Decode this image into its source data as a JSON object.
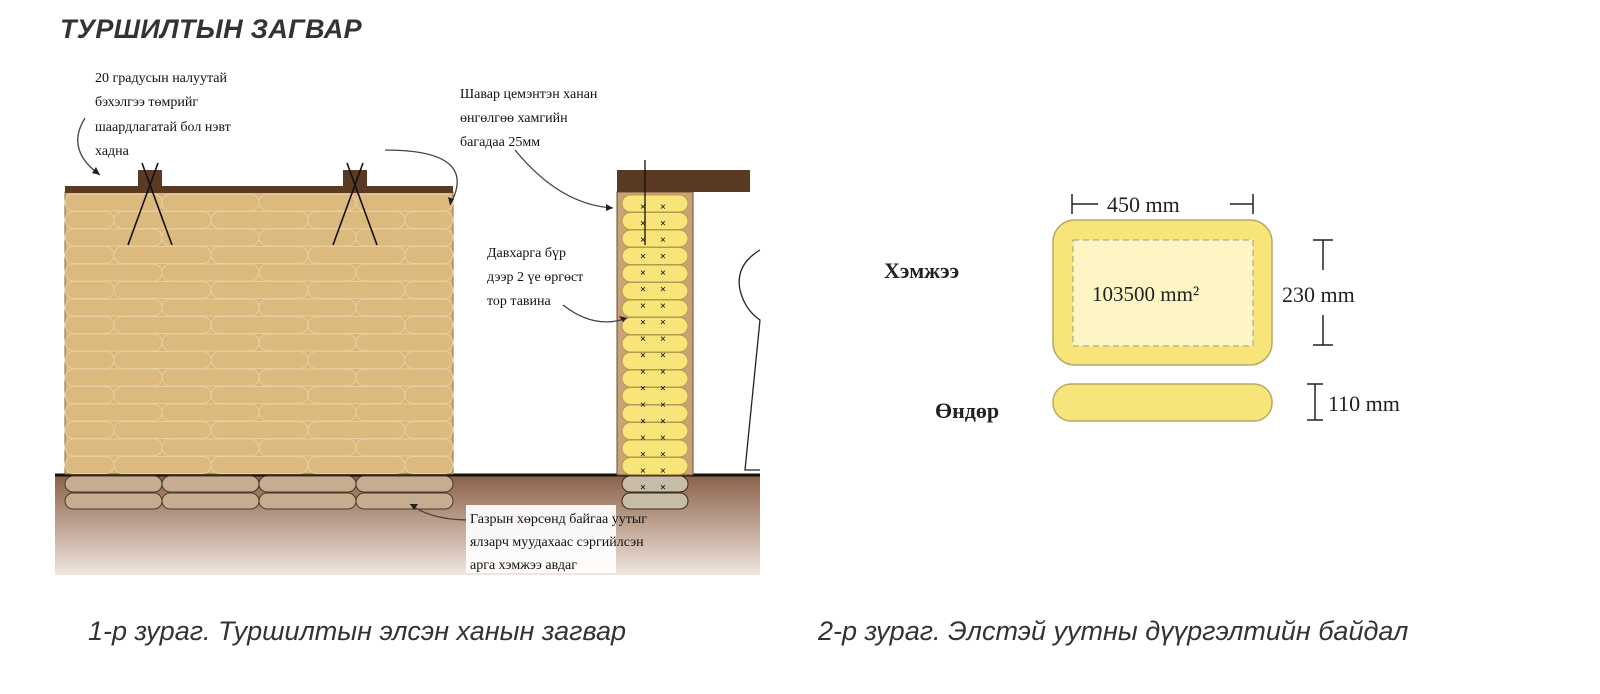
{
  "title": "ТУРШИЛТЫН ЗАГВАР",
  "figure1": {
    "annotation_rebar": [
      "20 градусын налуутай",
      "бэхэлгээ төмрийг",
      "шаардлагатай бол нэвт",
      "хадна"
    ],
    "annotation_plaster": [
      "Шавар цемэнтэн ханан",
      "өнгөлгөө хамгийн",
      "багадаа 25мм"
    ],
    "annotation_mesh": [
      "Давхарга бүр",
      "дээр 2  үе өргөст",
      "тор тавина"
    ],
    "annotation_ground": [
      "Газрын хөрсөнд байгаа уутыг",
      "ялзарч муудахаас сэргийлсэн",
      "арга хэмжээ авдаг"
    ],
    "caption": "1-р зураг. Туршилтын элсэн ханын загвар"
  },
  "figure2": {
    "label_size": "Хэмжээ",
    "label_height": "Өндөр",
    "width_dim": "450 mm",
    "depth_dim": "230 mm",
    "area": "103500 mm²",
    "height_dim": "110 mm",
    "caption": "2-р зураг. Элстэй уутны дүүргэлтийн байдал"
  },
  "colors": {
    "bag_yellow": "#f8e57a",
    "wall_tan": "#d9b679",
    "roof_brown": "#5a3a22",
    "ground": "#a07a5c"
  }
}
